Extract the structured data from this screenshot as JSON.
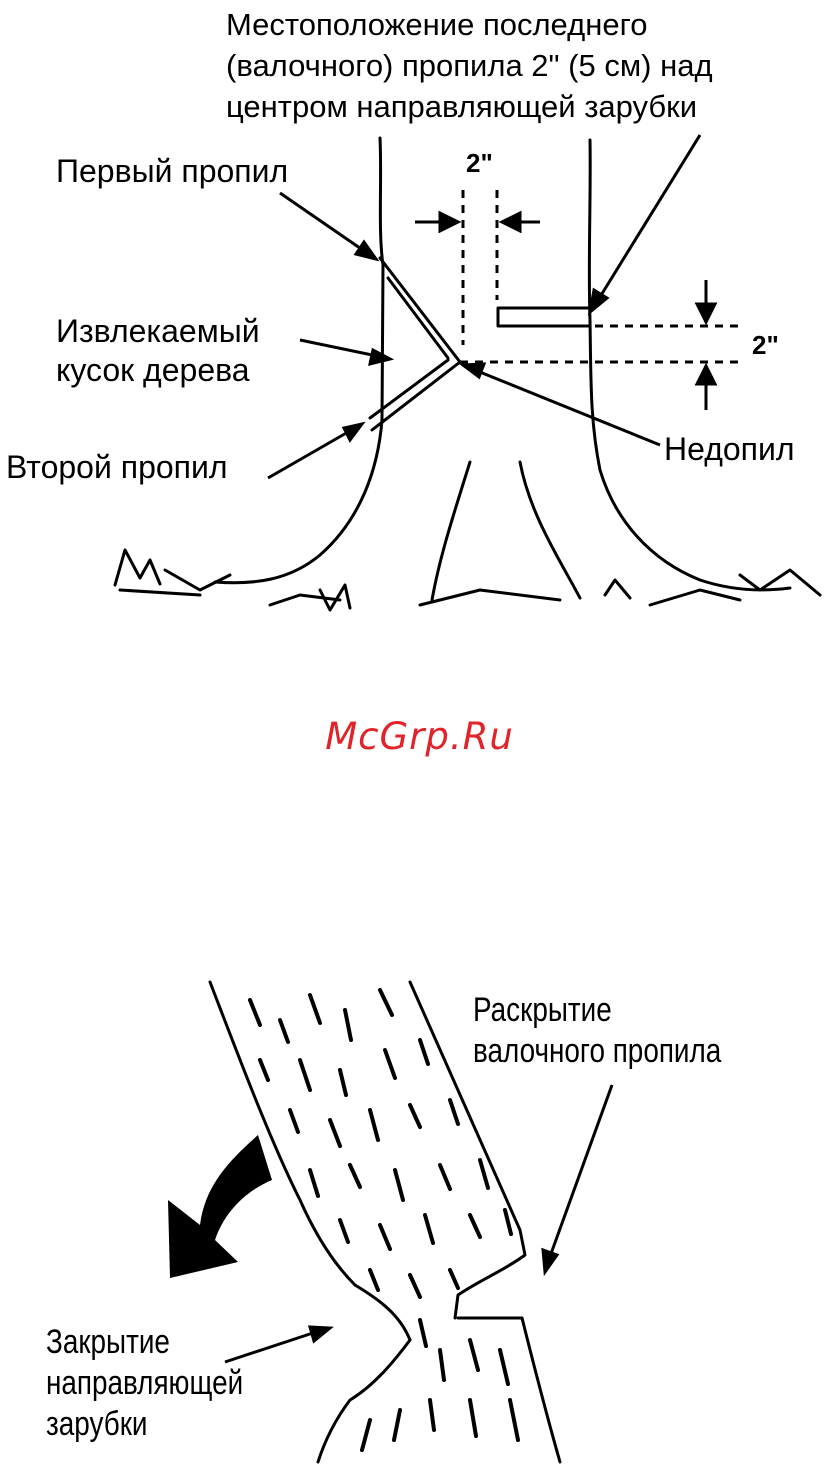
{
  "figure1": {
    "labels": {
      "last_cut_location": [
        "Местоположение последнего",
        "(валочного) пропила 2\" (5 см) над",
        "центром направляющей зарубки"
      ],
      "first_cut": "Первый пропил",
      "removed_piece": [
        "Извлекаемый",
        "кусок дерева"
      ],
      "second_cut": "Второй пропил",
      "underсut": "Недопил",
      "dimension_top": "2\"",
      "dimension_right": "2\""
    }
  },
  "watermark": "McGrp.Ru",
  "figure2": {
    "labels": {
      "felling_cut_opening": [
        "Раскрытие",
        "валочного пропила"
      ],
      "notch_closing": [
        "Закрытие",
        "направляющей",
        "зарубки"
      ]
    }
  }
}
